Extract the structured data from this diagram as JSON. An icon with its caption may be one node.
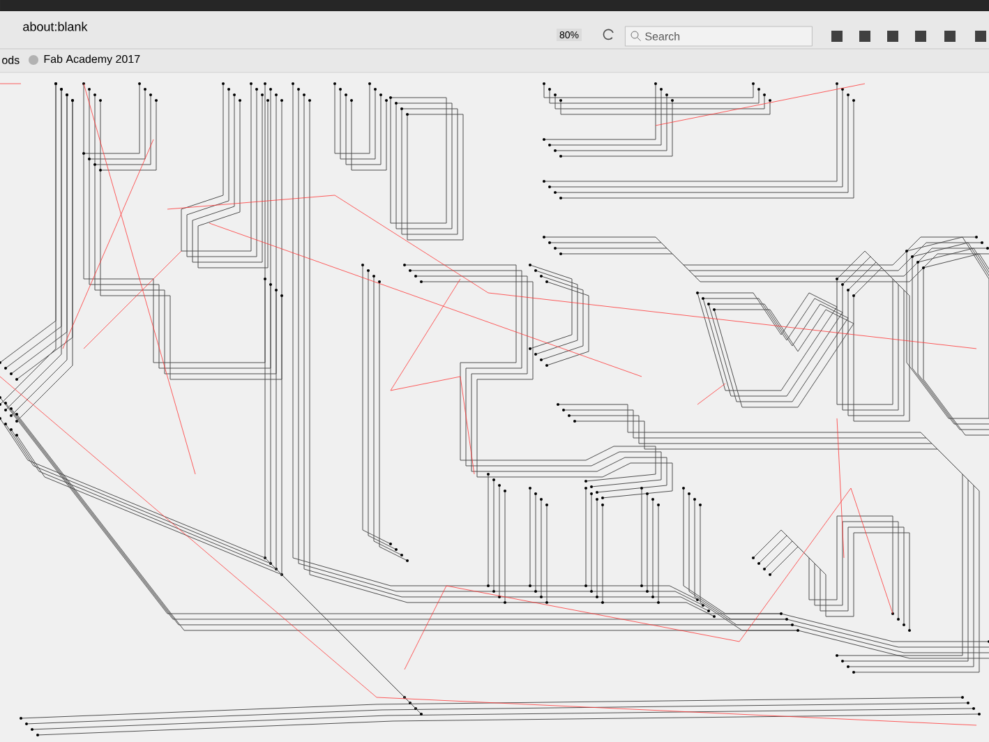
{
  "diagram": {
    "labels": [
      "about:blank",
      "80%",
      "Search",
      "ods",
      "Fab Academy 2017"
    ]
  }
}
